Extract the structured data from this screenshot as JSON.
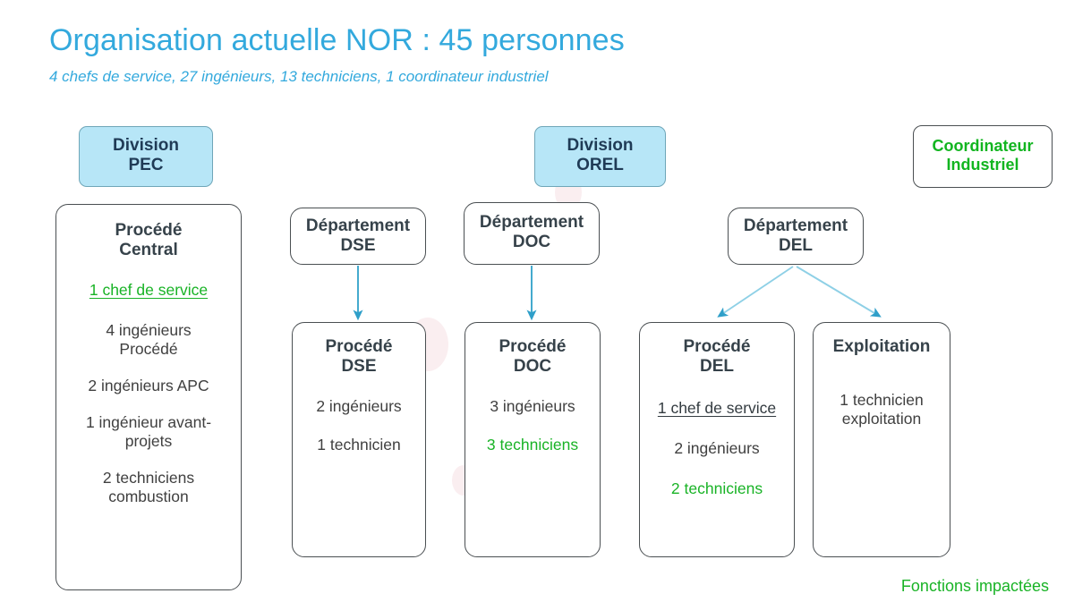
{
  "header": {
    "title": "Organisation actuelle NOR : 45 personnes",
    "subtitle": "4 chefs de service, 27 ingénieurs, 13 techniciens, 1 coordinateur industriel",
    "title_color": "#33a9dd"
  },
  "legend": {
    "label": "Fonctions impactées",
    "color": "#19b326"
  },
  "divisions": [
    {
      "line1": "Division",
      "line2": "PEC"
    },
    {
      "line1": "Division",
      "line2": "OREL"
    }
  ],
  "coordinator": {
    "line1": "Coordinateur",
    "line2": "Industriel"
  },
  "departments": [
    {
      "line1": "Département",
      "line2": "DSE"
    },
    {
      "line1": "Département",
      "line2": "DOC"
    },
    {
      "line1": "Département",
      "line2": "DEL"
    }
  ],
  "units": {
    "proc_central": {
      "line1": "Procédé",
      "line2": "Central",
      "staff": [
        {
          "text": "1 chef de service",
          "style": "chef green"
        },
        {
          "text": "4 ingénieurs\nProcédé",
          "style": "plain"
        },
        {
          "text": "2 ingénieurs APC",
          "style": "plain"
        },
        {
          "text": "1 ingénieur avant-\nprojets",
          "style": "plain"
        },
        {
          "text": "2 techniciens\ncombustion",
          "style": "plain"
        }
      ]
    },
    "proc_dse": {
      "line1": "Procédé",
      "line2": "DSE",
      "staff": [
        {
          "text": "2 ingénieurs",
          "style": "plain"
        },
        {
          "text": "1 technicien",
          "style": "plain"
        }
      ]
    },
    "proc_doc": {
      "line1": "Procédé",
      "line2": "DOC",
      "staff": [
        {
          "text": "3 ingénieurs",
          "style": "plain"
        },
        {
          "text": "3 techniciens",
          "style": "green"
        }
      ]
    },
    "proc_del": {
      "line1": "Procédé",
      "line2": "DEL",
      "staff": [
        {
          "text": "1 chef de service",
          "style": "chef dark"
        },
        {
          "text": "2 ingénieurs",
          "style": "plain"
        },
        {
          "text": "2 techniciens",
          "style": "green"
        }
      ]
    },
    "exploitation": {
      "line1": "Exploitation",
      "line2": "",
      "staff": [
        {
          "text": "1 technicien\nexploitation",
          "style": "plain"
        }
      ]
    }
  },
  "connectors": {
    "arrow_color": "#2f9fc9",
    "edges": [
      {
        "from": "dept-dse",
        "to": "proc-dse"
      },
      {
        "from": "dept-doc",
        "to": "proc-doc"
      },
      {
        "from": "dept-del",
        "to": "proc-del"
      },
      {
        "from": "dept-del",
        "to": "exploitation"
      }
    ]
  }
}
